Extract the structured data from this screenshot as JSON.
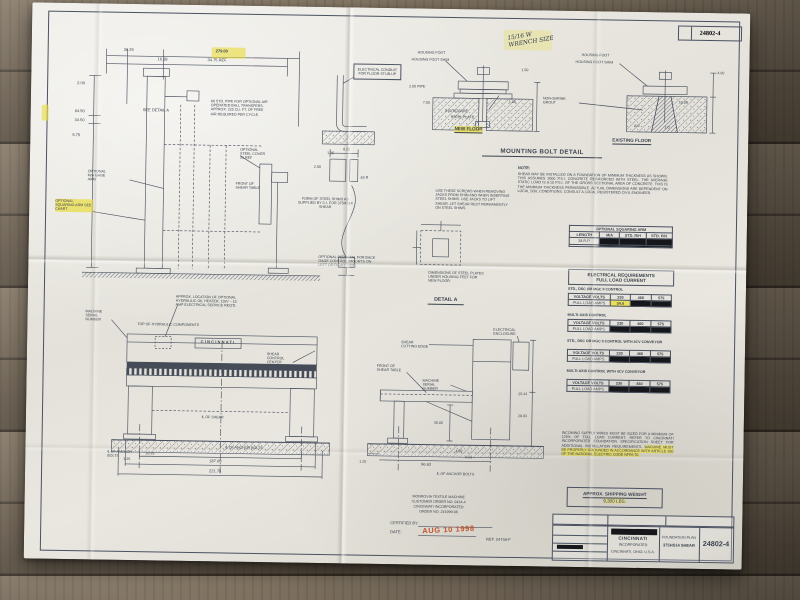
{
  "paper": {
    "drawing_number": "24802-4",
    "handwritten_line1": "15/16 W",
    "handwritten_line2": "WRENCH SIZE"
  },
  "side_view": {
    "dim_3625": "36.25",
    "dim_27900": "279.00",
    "dim_3475_ref": "34.75 REF.",
    "dim_1638": "16.38",
    "dim_200": "2.00",
    "dim_6450": "64.50",
    "dim_3450": "34.50",
    "dim_575": "5.75",
    "see_detail_a": "SEE DETAIL A",
    "pipe_note": "80 STD. PIPE FOR OPTIONAL AIR OPERATED BALL TRANSFERS. APPROX. 220 CU. FT. OF FREE AIR REQUIRED PER CYCLE.",
    "optional_steel_cover": "OPTIONAL STEEL COVER 31 REF",
    "optional_gage_arm": "OPTIONAL M/A GAGE ARM",
    "front_of_shear_table": "FRONT OF SHEAR TABLE",
    "optional_squaring_arm": "OPTIONAL SQUARING ARM SEE CHART",
    "steel_shims_note": "FORM OF STEEL SHIMS AS SUPPLIED BY C.I. FOR 375HS14 SHEAR",
    "screws_note": "USE THESE SCREWS WHEN REMOVING JACKS FROM SHIM AND WHEN INSERTING STEEL SHIMS. USE JACKS TO LIFT SHEAR. LET SHEAR REST PERMANENTLY ON STEEL SHIMS.",
    "pedestal_note": "OPTIONAL PEDESTAL FOR BACK GAGE CONTROL (MOUNTS ON LEFT OR RIGHT SIDE)",
    "plates_note": "DIMENSIONS OF STEEL PLATES UNDER HOUSING FEET FOR NEW FLOOR.",
    "detail_a": "DETAIL A",
    "shim_dim_125": "1.25",
    "shim_dim_625": "6.25",
    "shim_dim_250": "2.50",
    "shim_dim_63r": ".63 R"
  },
  "mounting": {
    "title": "MOUNTING BOLT DETAIL",
    "electrical_conduit": "ELECTRICAL CONDUIT FOR FLOOR STUB-UP",
    "housing_foot": "HOUSING FOOT",
    "housing_foot_shim": "HOUSING FOOT SHIM",
    "pipe_200": "2.00 PIPE",
    "square_400": "4.00 SQUARE",
    "steel_plate": "STEEL PLATE",
    "new_floor": "NEW FLOOR",
    "existing_floor": "EXISTING FLOOR",
    "non_shrink_grout": "NON-SHRINK GROUT",
    "dim_150": "1.50",
    "dim_750": "7.50",
    "dim_100": "1.00",
    "dim_400": "4.00",
    "dim_1000": "10.00",
    "dim_60": "6.0",
    "dim_20": "2.0"
  },
  "note_block": {
    "title": "NOTE:",
    "body": "SHEAR MAY BE INSTALLED ON A FOUNDATION OF MINIMUM THICKNESS AS SHOWN. THIS ASSUMES 3000 P.S.I. CONCRETE REINFORCED WITH STEEL. THE AVERAGE STATIC LOAD IS 6.10 P.S.I. OF THE GROSS SECTIONAL AREA OF CONCRETE. THIS IS THE MINIMUM THICKNESS PERMISSIBLE. ACTUAL DIMENSIONS ARE DEPENDENT ON LOCAL SOIL CONDITIONS. CONSULT A LOCAL REGISTERED CIVIL ENGINEER."
  },
  "squaring_arm_table": {
    "title": "OPTIONAL SQUARING ARM",
    "headers": [
      "LENGTH",
      "M/A",
      "STD. R/H",
      "STD. P/H"
    ],
    "row_label": "28 R.P."
  },
  "electrical": {
    "title_line1": "ELECTRICAL REQUIREMENTS",
    "title_line2": "FULL LOAD CURRENT",
    "volt_header": "VOLTAGE VOLTS",
    "volts": [
      "230",
      "460",
      "575"
    ],
    "amps_label": "FULL LOAD AMPS",
    "highlight_value": "34.0",
    "sections": [
      {
        "caption": "STD., DSC OR MGC II CONTROL"
      },
      {
        "caption": "MULTI-AXIS CONTROL"
      },
      {
        "caption": "STD., DSC OR MGC II CONTROL WITH 4CV CONVEYOR"
      },
      {
        "caption": "MULTI-AXIS CONTROL WITH 4CV CONVEYOR"
      }
    ]
  },
  "supply_note": {
    "body": "INCOMING SUPPLY WIRES MUST BE SIZED FOR A MINIMUM OF 125% OF FULL LOAD CURRENT. REFER TO CINCINNATI INCORPORATED FOUNDATION SPECIFICATION SHEET FOR ADDITIONAL INSTALLATION REQUIREMENTS. ",
    "highlighted": "MACHINE MUST BE PROPERLY GROUNDED IN ACCORDANCE WITH ARTICLE 250 OF THE NATIONAL ELECTRIC CODE NFPA 70."
  },
  "shipping": {
    "label": "APPROX. SHIPPING WEIGHT",
    "value": "9,300 LBS."
  },
  "front_view": {
    "heater_note": "APPROX. LOCATION OF OPTIONAL HYDRAULIC OIL HEATER, 115V ~ 15 AMP ELECTRICAL SERVICE REQ'D.",
    "machine_serial": "MACHINE SERIAL NUMBER",
    "top_hydraulic": "TOP OF HYDRAULIC COMPONENTS",
    "logo": "CINCINNATI",
    "shear_control": "SHEAR CONTROL CENTER",
    "cl_of_shear": "℄ OF SHEAR",
    "cl_of_anchor_bolts": "℄ OF ANCHOR BOLTS",
    "dim_18700": "187.00",
    "dim_22175": "221.75",
    "dim_1025": "10.25",
    "dim_125": "1.25"
  },
  "side_view2": {
    "shear_cutting_edge": "SHEAR CUTTING EDGE",
    "electrical_enclosure": "ELECTRICAL ENCLOSURE",
    "dim_3600": "36.00",
    "dim_2863": "28.63",
    "dim_2543": "25.43",
    "dim_450": "4.50",
    "dim_800": "8.00",
    "dim_9662": "96.62",
    "dim_125": "1.25"
  },
  "footer": {
    "customer_lines": [
      "MONROVIA TEXTILE MACHINE",
      "CUSTOMER ORDER NO. 0434-4",
      "CINCINNATI INCORPORATED",
      "ORDER NO. 241999-06"
    ],
    "certified_by": "CERTIFIED BY:",
    "date_label": "DATE:",
    "date_stamp": "AUG 10 1998",
    "ref": "REF. 24746-F"
  },
  "title_block": {
    "company_line1": "CINCINNATI",
    "company_line2": "INCORPORATED",
    "company_line3": "CINCINNATI, OHIO, U.S.A.",
    "title_line1": "FOUNDATION PLAN",
    "title_line2": "375HS14 SHEAR",
    "number": "24802-4"
  }
}
